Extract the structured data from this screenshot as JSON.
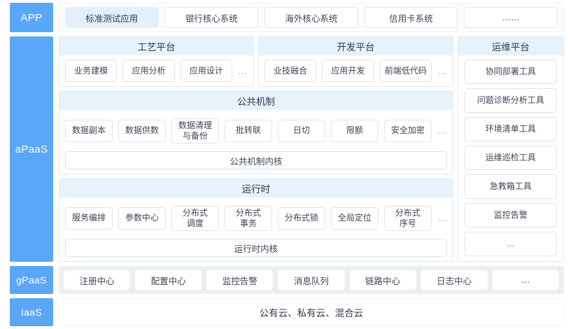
{
  "theme": {
    "tier_blue": "#5ba7f7",
    "panel_header_blue": "#e7f2fc",
    "panel_border_blue": "#dbeafb",
    "chip_border": "#e1e5ea",
    "gpaas_track": "#eceef0",
    "active_chip": "#e3f0fb",
    "text_dark": "#3d4454"
  },
  "app": {
    "tier_label": "APP",
    "items": [
      {
        "label": "标准测试应用",
        "active": true
      },
      {
        "label": "银行核心系统",
        "active": false
      },
      {
        "label": "海外核心系统",
        "active": false
      },
      {
        "label": "信用卡系统",
        "active": false
      },
      {
        "label": "……",
        "active": false
      }
    ]
  },
  "apaas": {
    "tier_label": "aPaaS",
    "craft_platform": {
      "title": "工艺平台",
      "items": [
        "业务建模",
        "应用分析",
        "应用设计"
      ],
      "more": "…"
    },
    "dev_platform": {
      "title": "开发平台",
      "items": [
        "业技融合",
        "应用开发",
        "前端低代码"
      ],
      "more": "…"
    },
    "common_mechanism": {
      "title": "公共机制",
      "items": [
        "数据副本",
        "数据供数",
        "数据清理\n与备份",
        "批转联",
        "日切",
        "限额",
        "安全加密"
      ],
      "more": "…",
      "kernel": "公共机制内核"
    },
    "runtime": {
      "title": "运行时",
      "items": [
        "服务编排",
        "参数中心",
        "分布式\n调度",
        "分布式\n事务",
        "分布式锁",
        "全局定位",
        "分布式\n序号"
      ],
      "more": "…",
      "kernel": "运行时内核"
    },
    "ops_platform": {
      "title": "运维平台",
      "items": [
        "协同部署工具",
        "问题诊断分析工具",
        "环境清单工具",
        "运维巡检工具",
        "急救箱工具",
        "监控告警",
        "…"
      ]
    }
  },
  "gpaas": {
    "tier_label": "gPaaS",
    "items": [
      "注册中心",
      "配置中心",
      "监控告警",
      "消息队列",
      "链路中心",
      "日志中心",
      "…"
    ]
  },
  "iaas": {
    "tier_label": "IaaS",
    "text": "公有云、私有云、混合云"
  }
}
